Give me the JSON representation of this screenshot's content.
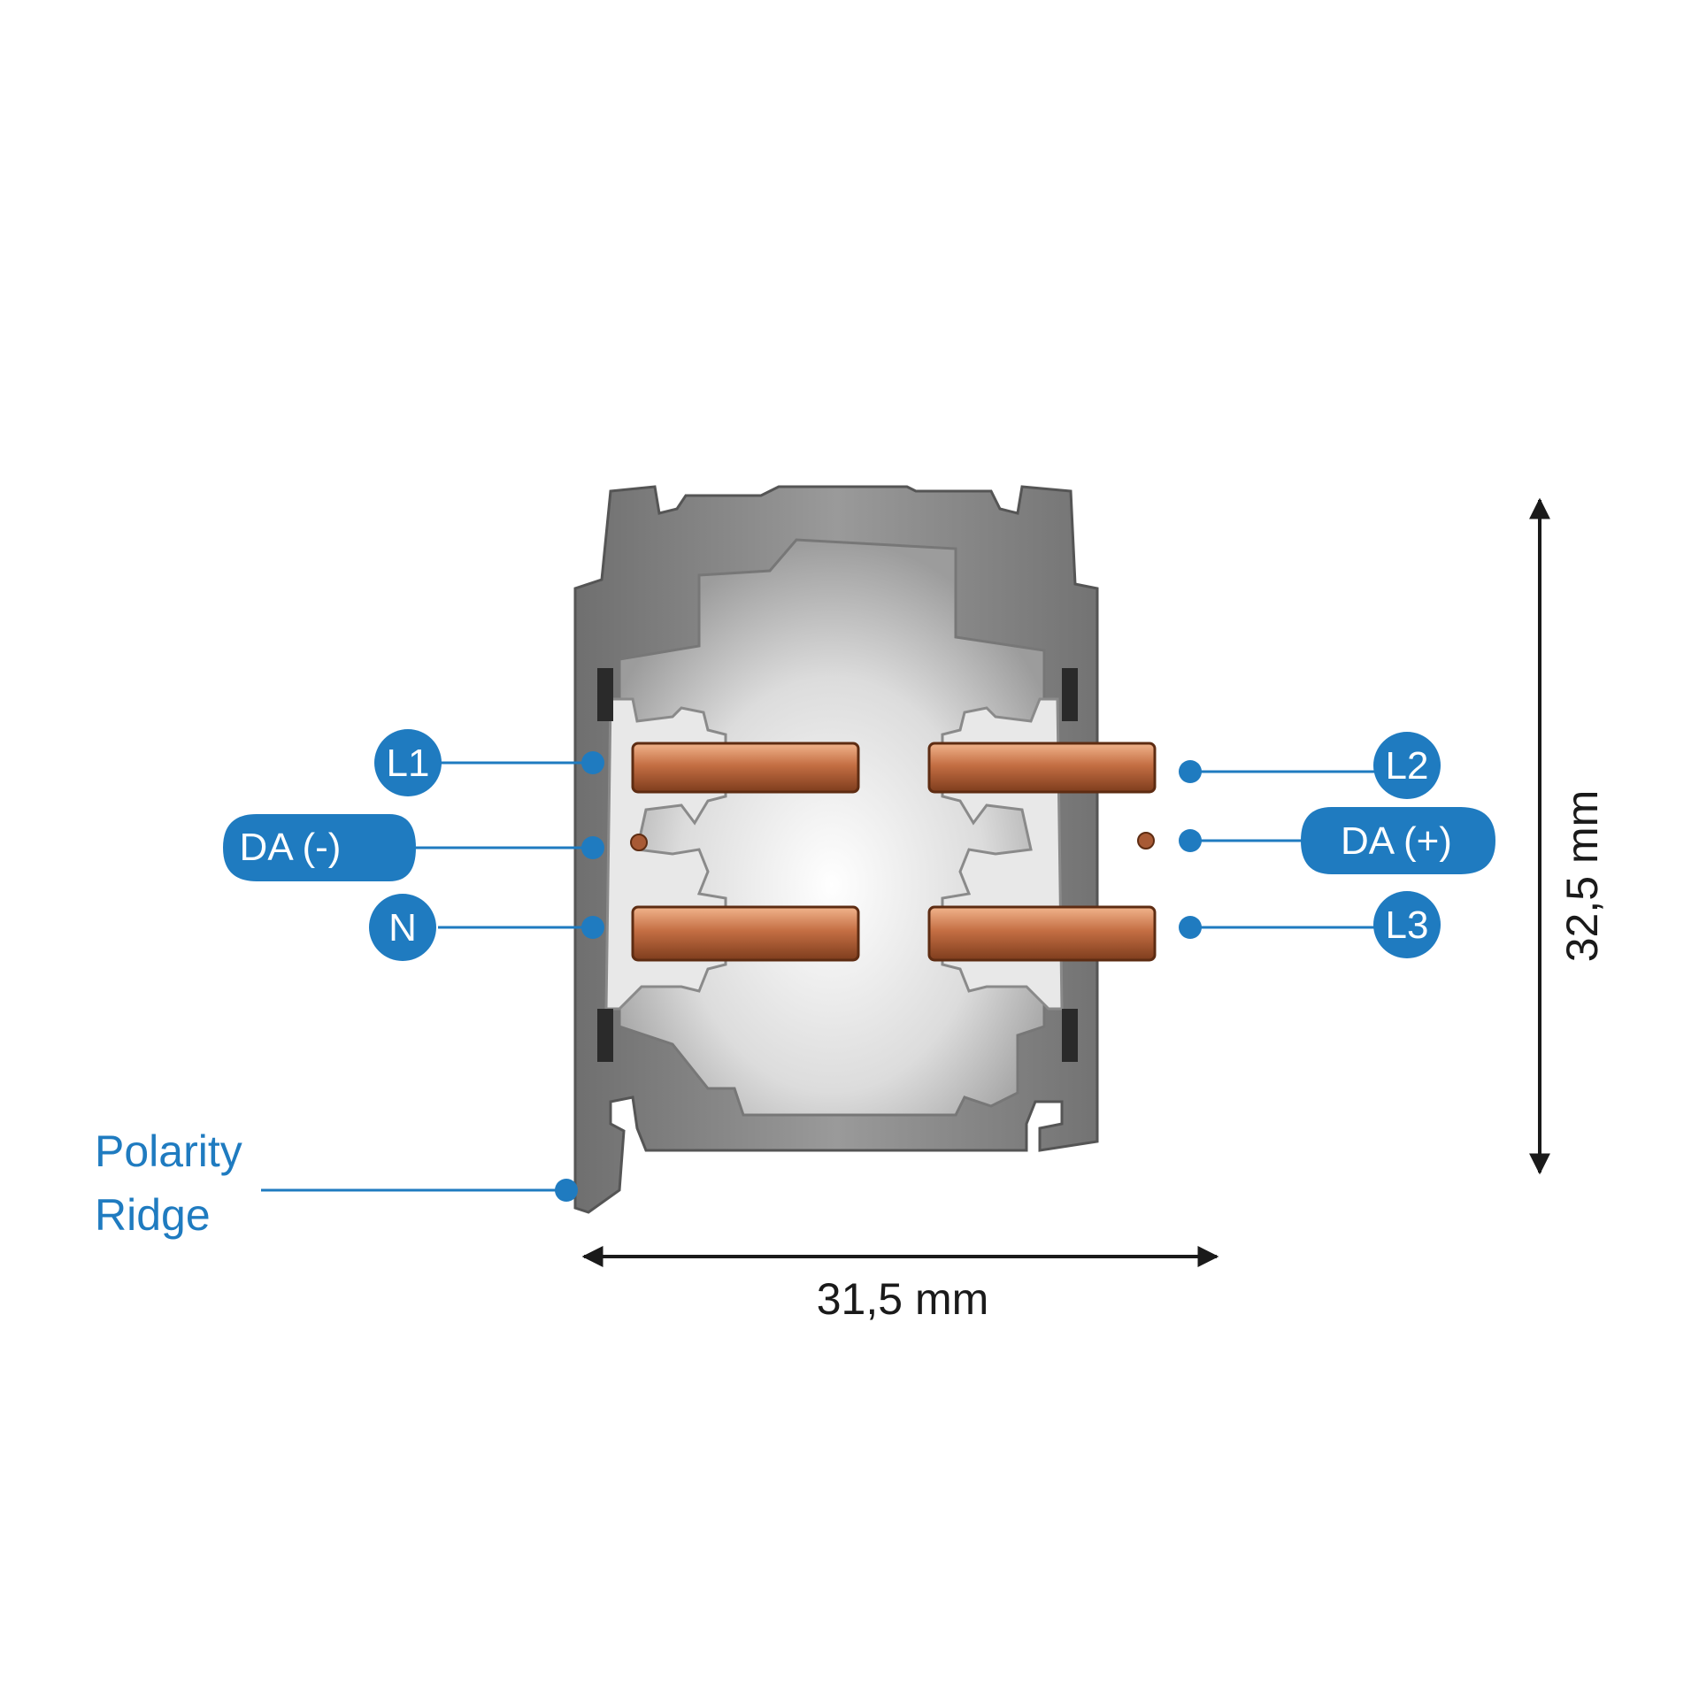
{
  "colors": {
    "accent": "#1f7bc0",
    "copper": "#c7774e",
    "profile": "#8a8a8a",
    "insulator": "#e6e6e6",
    "dimension": "#1a1a1a"
  },
  "terminals": {
    "left": [
      {
        "id": "L1",
        "label": "L1"
      },
      {
        "id": "DA-minus",
        "label": "DA (-)"
      },
      {
        "id": "N",
        "label": "N"
      }
    ],
    "right": [
      {
        "id": "L2",
        "label": "L2"
      },
      {
        "id": "DA-plus",
        "label": "DA (+)"
      },
      {
        "id": "L3",
        "label": "L3"
      }
    ]
  },
  "polarity_ridge": {
    "line1": "Polarity",
    "line2": "Ridge"
  },
  "dimensions": {
    "width": "31,5 mm",
    "height": "32,5 mm"
  }
}
